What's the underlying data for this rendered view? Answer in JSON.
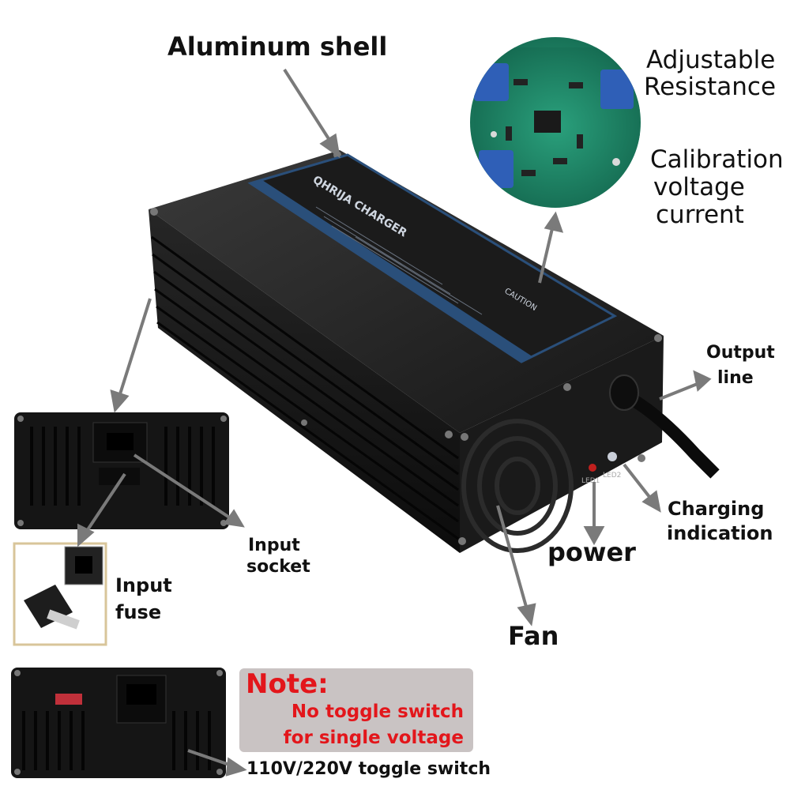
{
  "labels": {
    "aluminum_shell": "Aluminum shell",
    "adjustable_1": "Adjustable",
    "adjustable_2": "Resistance",
    "calibration_1": "Calibration",
    "calibration_2": "voltage",
    "calibration_3": "current",
    "output_1": "Output",
    "output_2": "line",
    "charging_1": "Charging",
    "charging_2": "indication",
    "power": "power",
    "fan": "Fan",
    "input_socket_1": "Input",
    "input_socket_2": "socket",
    "input_fuse_1": "Input",
    "input_fuse_2": "fuse",
    "toggle_switch": "110V/220V  toggle switch"
  },
  "note": {
    "title": "Note:",
    "line1": "No toggle switch",
    "line2": "for single voltage"
  },
  "product": {
    "brand": "QHRIJA  CHARGER",
    "caution": "CAUTION",
    "led1": "LED1",
    "led2": "LED2"
  },
  "colors": {
    "body": "#141414",
    "label_stripe": "#2a4f7a",
    "pcb": "#1f8a6a",
    "note_text": "#e3161b",
    "note_bg": "#c9c3c3"
  }
}
